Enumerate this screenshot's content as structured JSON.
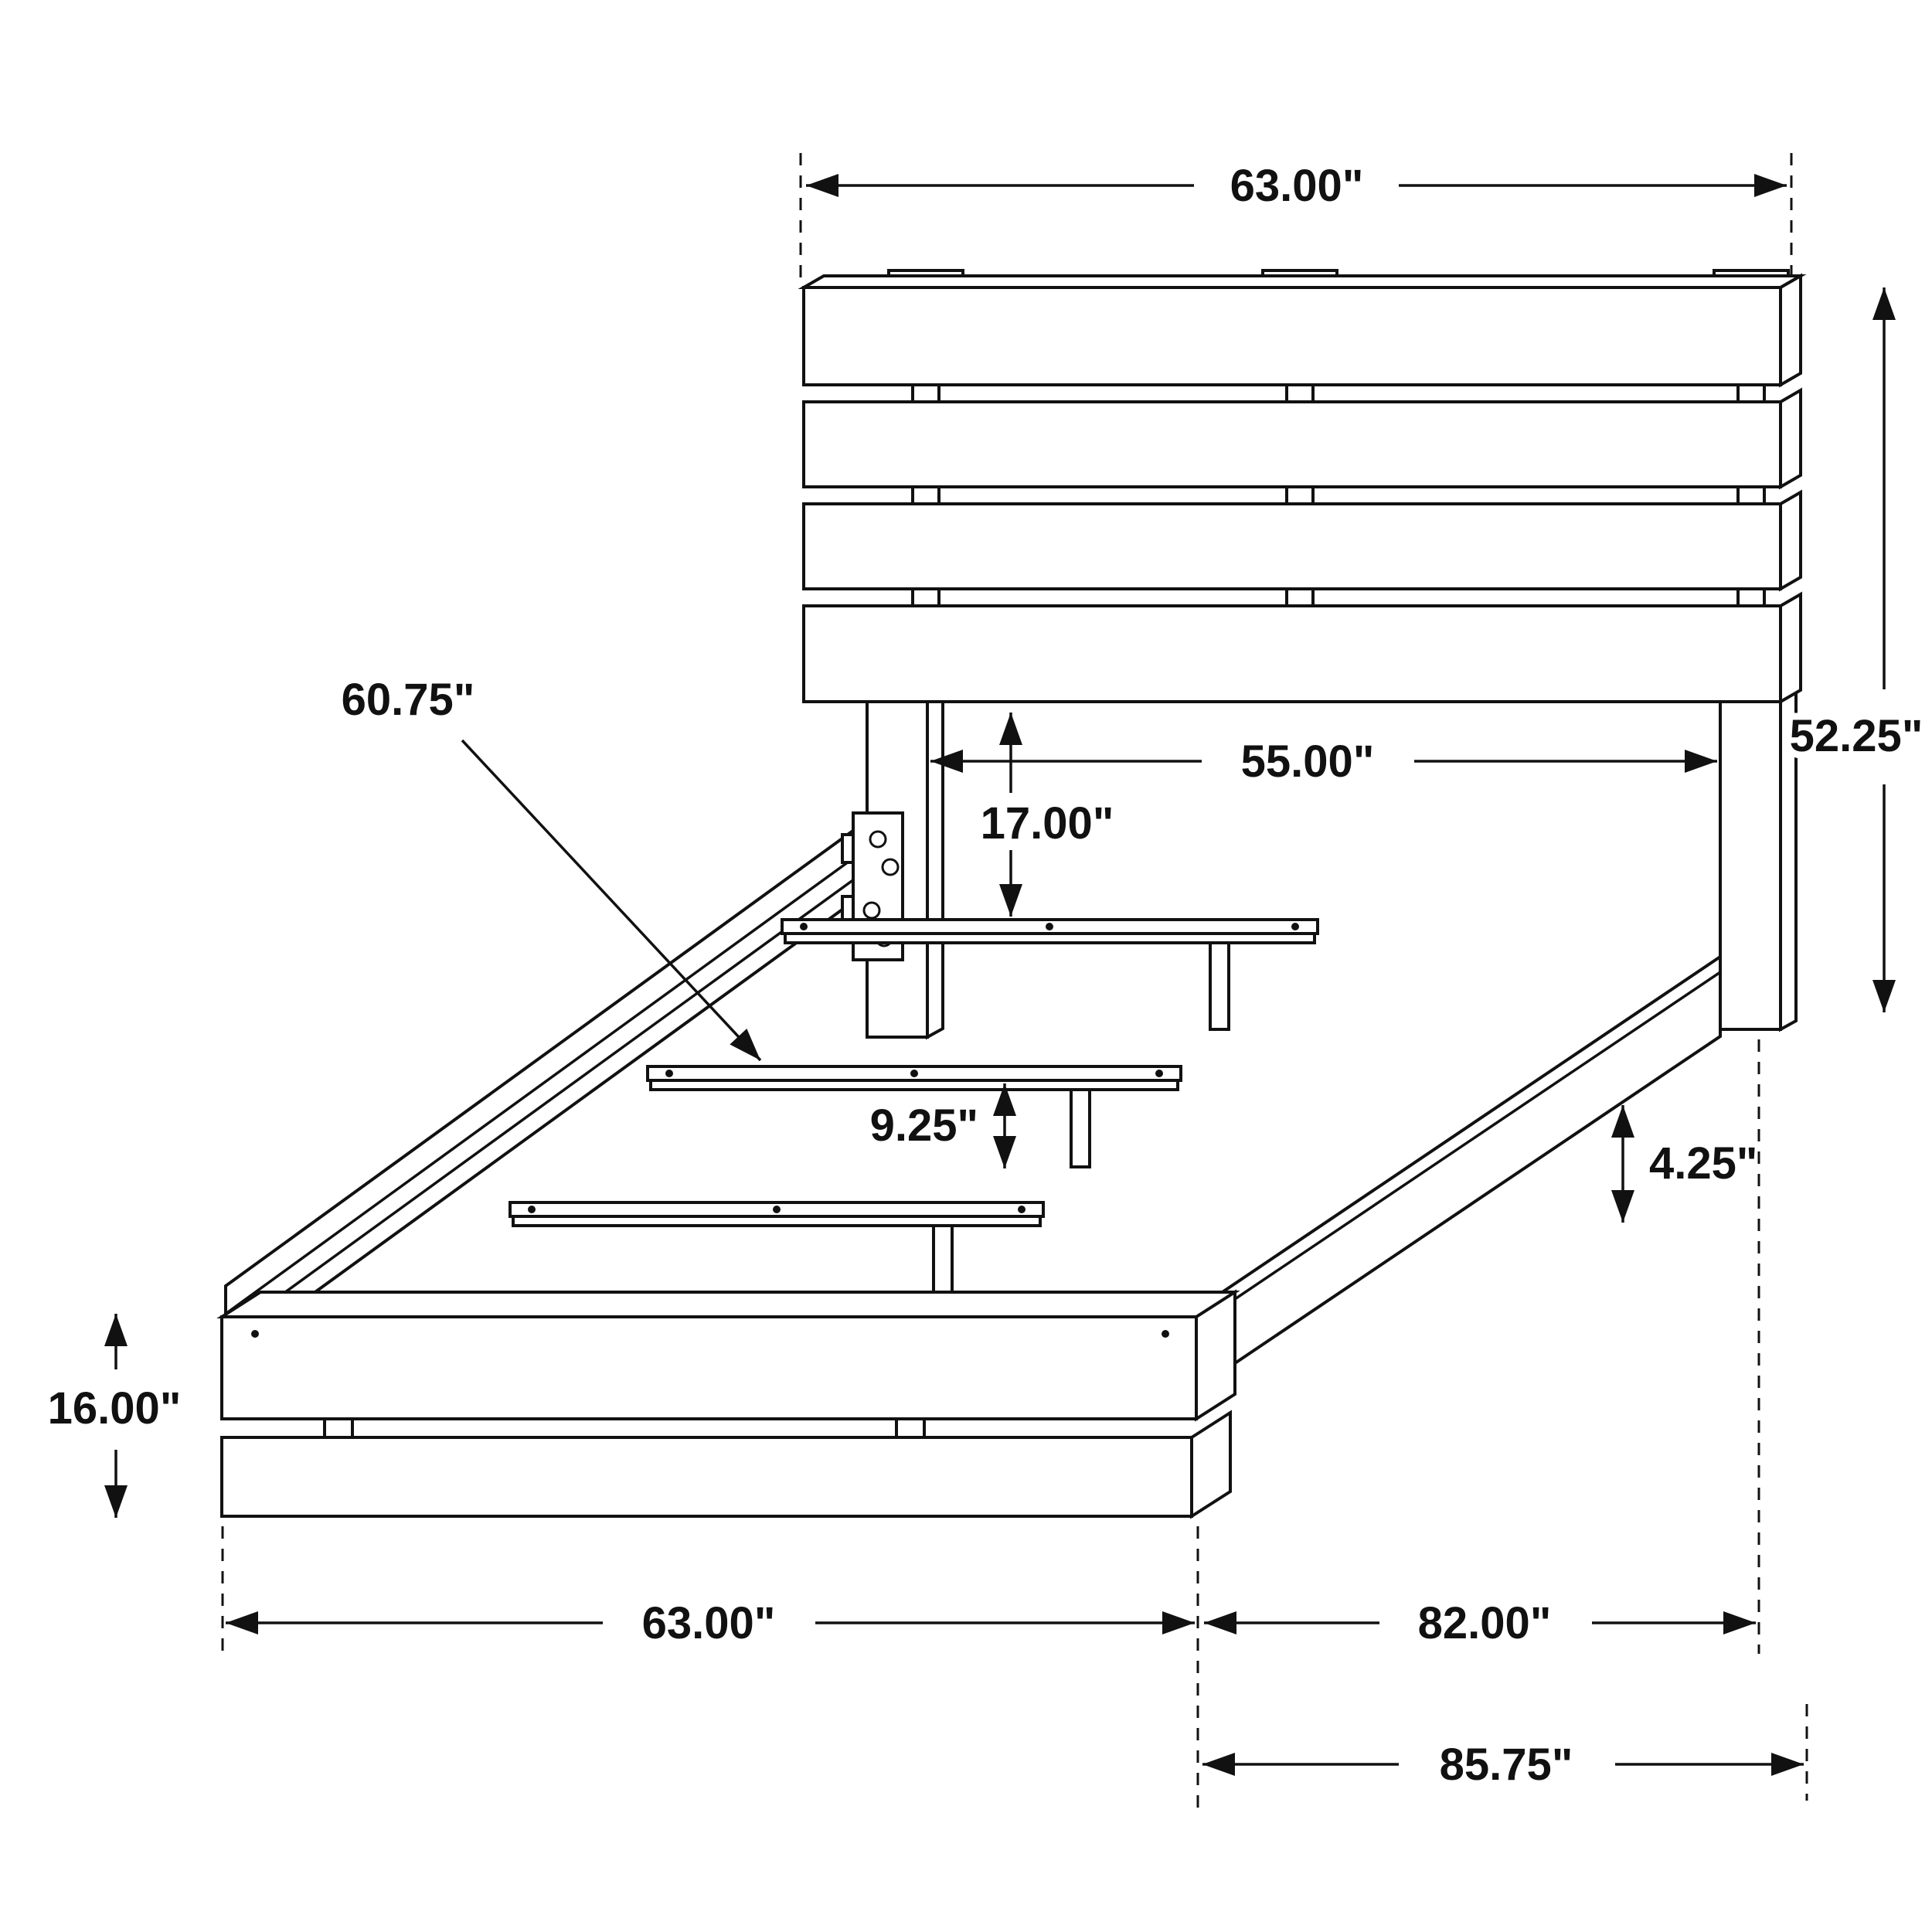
{
  "diagram": {
    "subject": "bed-frame-dimension-drawing",
    "unit": "inches",
    "colors": {
      "line": "#111111",
      "background": "#ffffff"
    },
    "dimensions": {
      "headboard_width": "63.00\"",
      "headboard_height": "52.25\"",
      "inner_width_between_legs": "55.00\"",
      "headboard_bottom_to_slat": "17.00\"",
      "slat_length": "60.75\"",
      "slat_height": "9.25\"",
      "rail_clearance": "4.25\"",
      "footboard_height": "16.00\"",
      "footboard_width": "63.00\"",
      "frame_length": "82.00\"",
      "overall_length": "85.75\""
    }
  }
}
